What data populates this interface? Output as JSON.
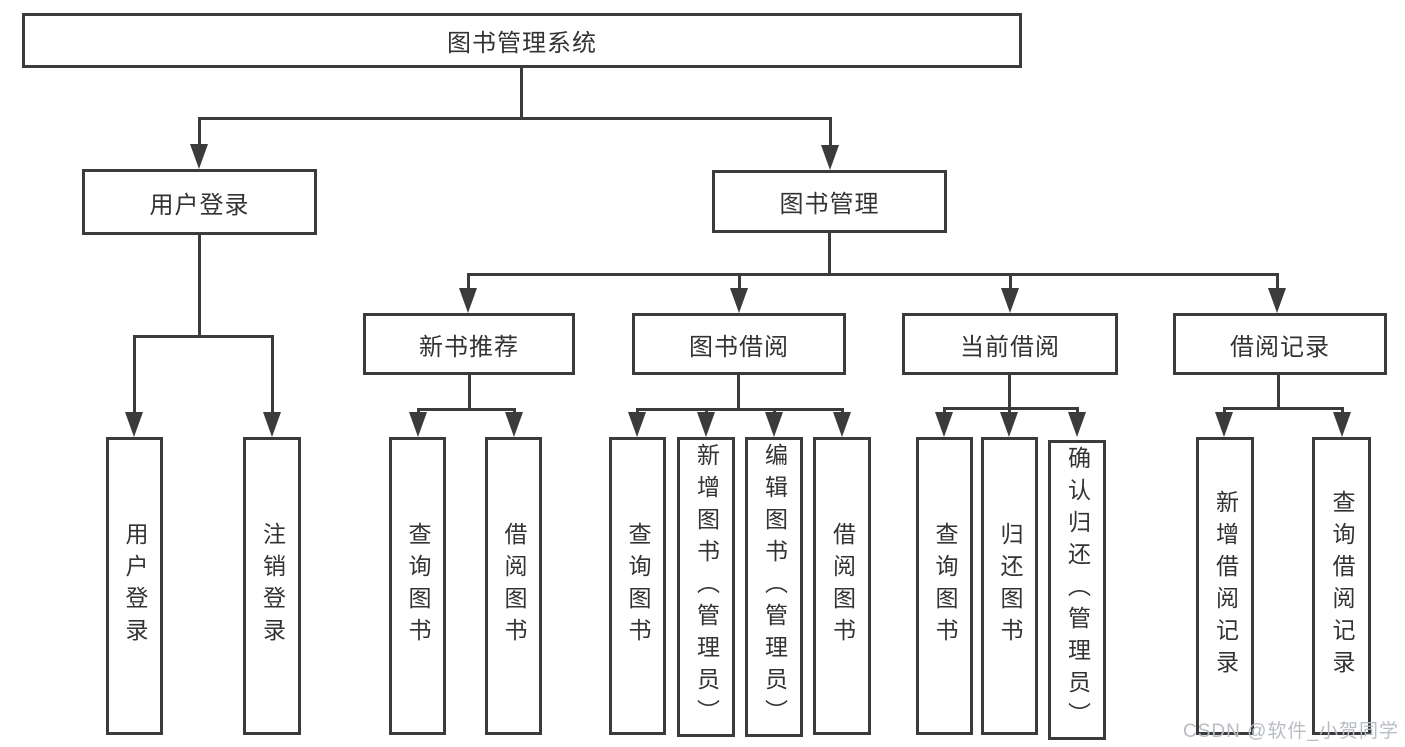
{
  "diagram": {
    "root": {
      "label": "图书管理系统"
    },
    "level2": {
      "user_login": {
        "label": "用户登录"
      },
      "book_mgmt": {
        "label": "图书管理"
      }
    },
    "level3": {
      "new_books": {
        "label": "新书推荐"
      },
      "book_borrow": {
        "label": "图书借阅"
      },
      "current_borrow": {
        "label": "当前借阅"
      },
      "borrow_records": {
        "label": "借阅记录"
      }
    },
    "leaves": {
      "user_login": [
        {
          "label": "用户登录"
        },
        {
          "label": "注销登录"
        }
      ],
      "new_books": [
        {
          "label": "查询图书"
        },
        {
          "label": "借阅图书"
        }
      ],
      "book_borrow": [
        {
          "label": "查询图书"
        },
        {
          "label": "新增图书（管理员）"
        },
        {
          "label": "编辑图书（管理员）"
        },
        {
          "label": "借阅图书"
        }
      ],
      "current_borrow": [
        {
          "label": "查询图书"
        },
        {
          "label": "归还图书"
        },
        {
          "label": "确认归还（管理员）"
        }
      ],
      "borrow_records": [
        {
          "label": "新增借阅记录"
        },
        {
          "label": "查询借阅记录"
        }
      ]
    },
    "watermark": "CSDN @软件_小贺同学",
    "colors": {
      "line": "#3b3b3b",
      "text": "#333333",
      "watermark": "#b8bcc3",
      "background": "#ffffff"
    }
  }
}
